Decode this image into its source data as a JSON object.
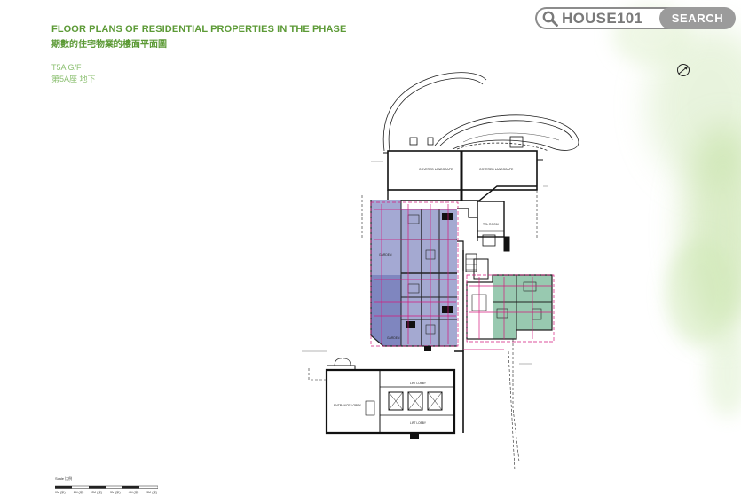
{
  "header": {
    "title_en": "FLOOR PLANS OF RESIDENTIAL PROPERTIES IN THE PHASE",
    "title_zh": "期數的住宅物業的樓面平面圖",
    "subtitle_en": "T5A  G/F",
    "subtitle_zh": "第5A座  地下"
  },
  "search": {
    "brand_text": "HOUSE101",
    "button_label": "SEARCH",
    "icon": "search-icon"
  },
  "plan": {
    "labels": {
      "covered_landscape_1": "COVERED LANDSCAPE",
      "covered_landscape_2": "COVERED LANDSCAPE",
      "tel_room": "TEL ROOM",
      "garden_1": "GARDEN",
      "garden_2": "GARDEN",
      "lift_lobby_1": "LIFT LOBBY",
      "lift_lobby_2": "LIFT LOBBY",
      "entrance_lobby": "ENTRANCE LOBBY"
    },
    "colors": {
      "blue_unit": "#9aa0cc",
      "blue_garden": "#7f86bf",
      "green_unit": "#98c9b0",
      "dimension": "#d4197d",
      "wall": "#111111"
    }
  },
  "scale": {
    "label": "Scale 比例",
    "ticks": [
      "0M (米)",
      "1M (米)",
      "2M (米)",
      "3M (米)",
      "4M (米)",
      "5M (米)"
    ]
  }
}
